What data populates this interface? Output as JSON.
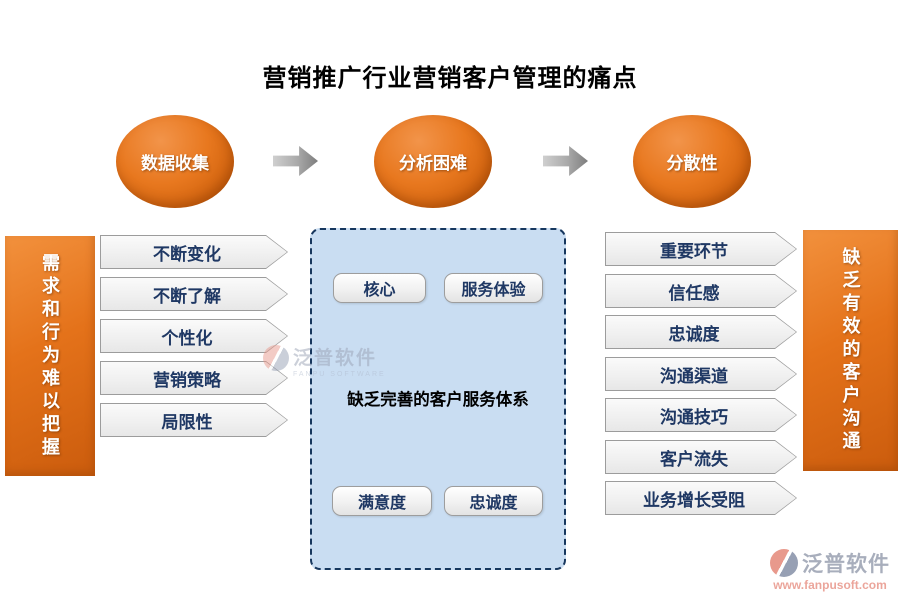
{
  "title": "营销推广行业营销客户管理的痛点",
  "flow": {
    "steps": [
      {
        "label": "数据收集"
      },
      {
        "label": "分析困难"
      },
      {
        "label": "分散性"
      }
    ]
  },
  "left_panel": {
    "bar_label": "需求和行为难以把握",
    "items": [
      "不断变化",
      "不断了解",
      "个性化",
      "营销策略",
      "局限性"
    ]
  },
  "right_panel": {
    "bar_label": "缺乏有效的客户沟通",
    "items": [
      "重要环节",
      "信任感",
      "忠诚度",
      "沟通渠道",
      "沟通技巧",
      "客户流失",
      "业务增长受阻"
    ]
  },
  "center_panel": {
    "top_boxes": [
      "核心",
      "服务体验"
    ],
    "message": "缺乏完善的客户服务体系",
    "bottom_boxes": [
      "满意度",
      "忠诚度"
    ]
  },
  "watermark": {
    "brand": "泛普软件",
    "brand_en": "FANPU SOFTWARE",
    "url": "www.fanpusoft.com"
  },
  "colors": {
    "accent_orange": "#E4721A",
    "orange_dark": "#B14E08",
    "navy_text": "#1F3864",
    "panel_blue": "#C9DDF2",
    "panel_border": "#17375E",
    "arrow_gray": "#9A9A9A",
    "title_text": "#000000"
  }
}
